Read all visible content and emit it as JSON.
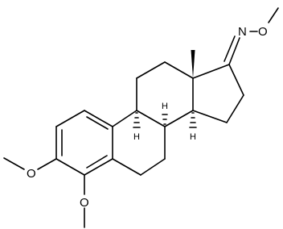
{
  "molecule": {
    "atom_labels": {
      "oxime_n": "N",
      "oxime_o": "O",
      "methoxy3_o": "O",
      "methoxy4_o": "O",
      "h9": "H",
      "h8": "H",
      "h14": "H"
    },
    "colors": {
      "ink": "#000000",
      "background": "#ffffff"
    }
  }
}
